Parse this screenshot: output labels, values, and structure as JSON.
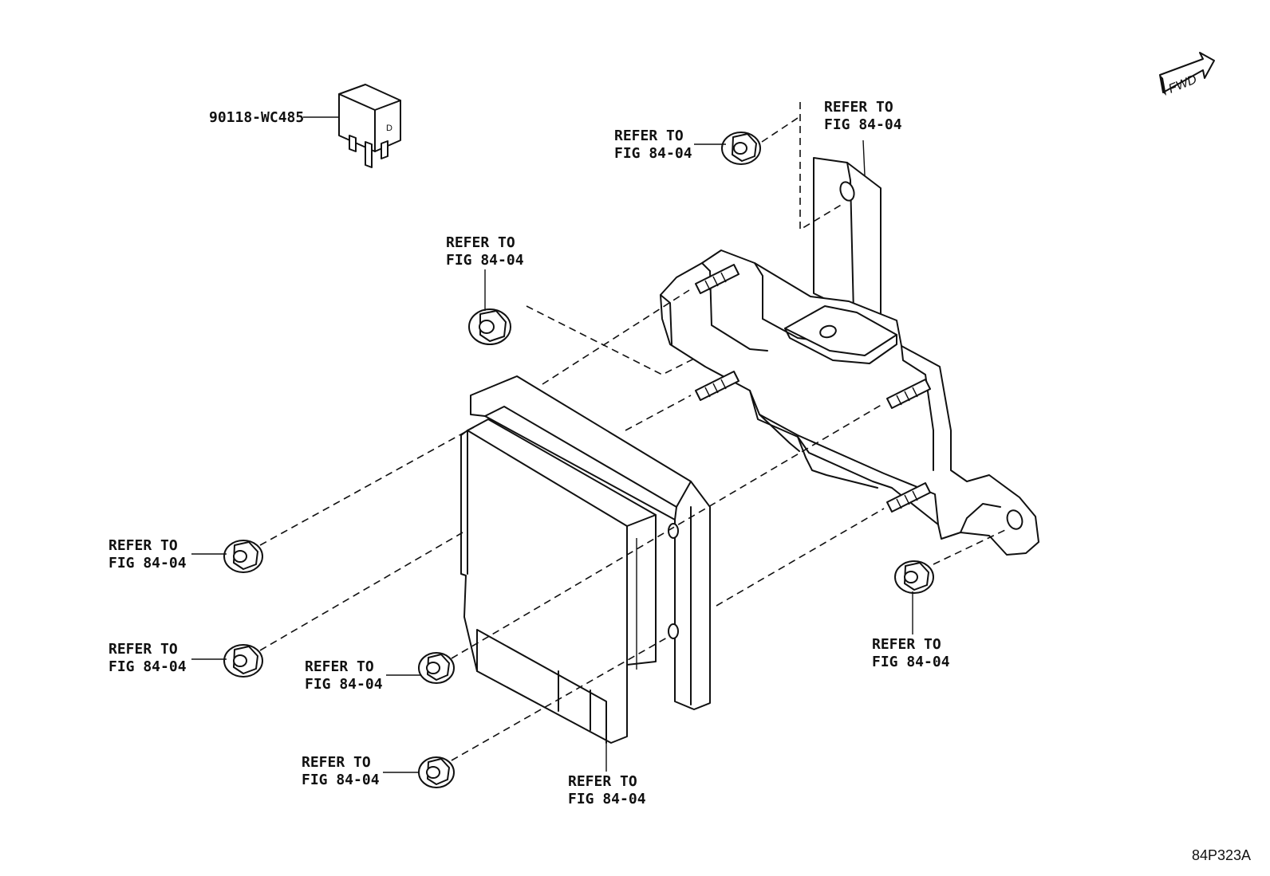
{
  "diagram": {
    "fwd_label": "FWD",
    "drawing_id": "84P323A",
    "relay": {
      "part_number": "90118-WC485"
    },
    "refs": [
      {
        "id": "nut-top",
        "line1": "REFER TO",
        "line2": "FIG 84-04"
      },
      {
        "id": "bracket-top",
        "line1": "REFER TO",
        "line2": "FIG 84-04"
      },
      {
        "id": "nut-middle",
        "line1": "REFER TO",
        "line2": "FIG 84-04"
      },
      {
        "id": "nut-left-1",
        "line1": "REFER TO",
        "line2": "FIG 84-04"
      },
      {
        "id": "nut-left-2",
        "line1": "REFER TO",
        "line2": "FIG 84-04"
      },
      {
        "id": "nut-lower-1",
        "line1": "REFER TO",
        "line2": "FIG 84-04"
      },
      {
        "id": "nut-lower-2",
        "line1": "REFER TO",
        "line2": "FIG 84-04"
      },
      {
        "id": "module-bottom",
        "line1": "REFER TO",
        "line2": "FIG 84-04"
      },
      {
        "id": "nut-right",
        "line1": "REFER TO",
        "line2": "FIG 84-04"
      }
    ]
  }
}
